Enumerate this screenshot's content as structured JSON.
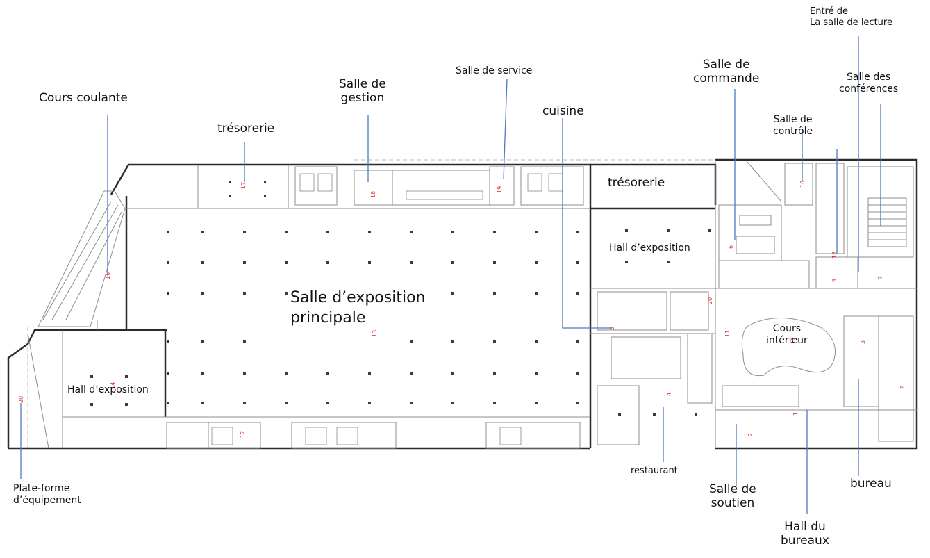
{
  "labels": {
    "cours_coulante": "Cours coulante",
    "tresorerie_top": "trésorerie",
    "salle_gestion": [
      "Salle de",
      "gestion"
    ],
    "salle_service": "Salle de service",
    "cuisine": "cuisine",
    "salle_commande": [
      "Salle de",
      "commande"
    ],
    "entre_lecture": [
      "Entré de",
      "La salle de lecture"
    ],
    "salle_conferences": [
      "Salle des",
      "conférences"
    ],
    "salle_controle": [
      "Salle de",
      "contrôle"
    ],
    "tresorerie_right": "trésorerie",
    "hall_exposition_right": "Hall d’exposition",
    "salle_exposition_principale": [
      "Salle d’exposition",
      "principale"
    ],
    "cours_interieur": [
      "Cours",
      "intérieur"
    ],
    "hall_exposition_left": "Hall d’exposition",
    "plateforme": [
      "Plate-forme",
      "d’équipement"
    ],
    "restaurant": "restaurant",
    "salle_soutien": [
      "Salle de",
      "soutien"
    ],
    "hall_bureaux": [
      "Hall du",
      "bureaux"
    ],
    "bureau": "bureau"
  },
  "room_numbers": [
    "20",
    "16",
    "14",
    "17",
    "18",
    "19",
    "12",
    "13",
    "5",
    "4",
    "20",
    "11",
    "6",
    "10",
    "18",
    "9",
    "7",
    "3",
    "2",
    "1",
    "2",
    "12"
  ],
  "colors": {
    "wall": "#2b2b2b",
    "thin_line": "#8c8c8c",
    "column": "#3a3a3a",
    "room_number": "#d9302c",
    "leader": "#4a79c4"
  }
}
